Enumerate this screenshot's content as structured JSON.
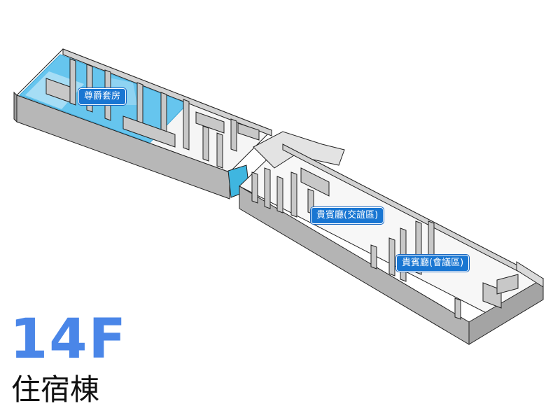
{
  "floor": {
    "number": "14F",
    "building": "住宿棟"
  },
  "rooms": [
    {
      "id": "suite",
      "label": "尊爵套房",
      "highlight": "#66c5ee"
    },
    {
      "id": "vip-social",
      "label": "貴賓廳(交誼區)"
    },
    {
      "id": "vip-meeting",
      "label": "貴賓廳(會議區)"
    }
  ],
  "colors": {
    "accent": "#4a86e8",
    "label_bg": "#1976d2",
    "wall_top": "#e3e3e3",
    "wall_side": "#b4b4b4",
    "floor": "#f7f7f7",
    "highlight": "#66c5ee"
  }
}
